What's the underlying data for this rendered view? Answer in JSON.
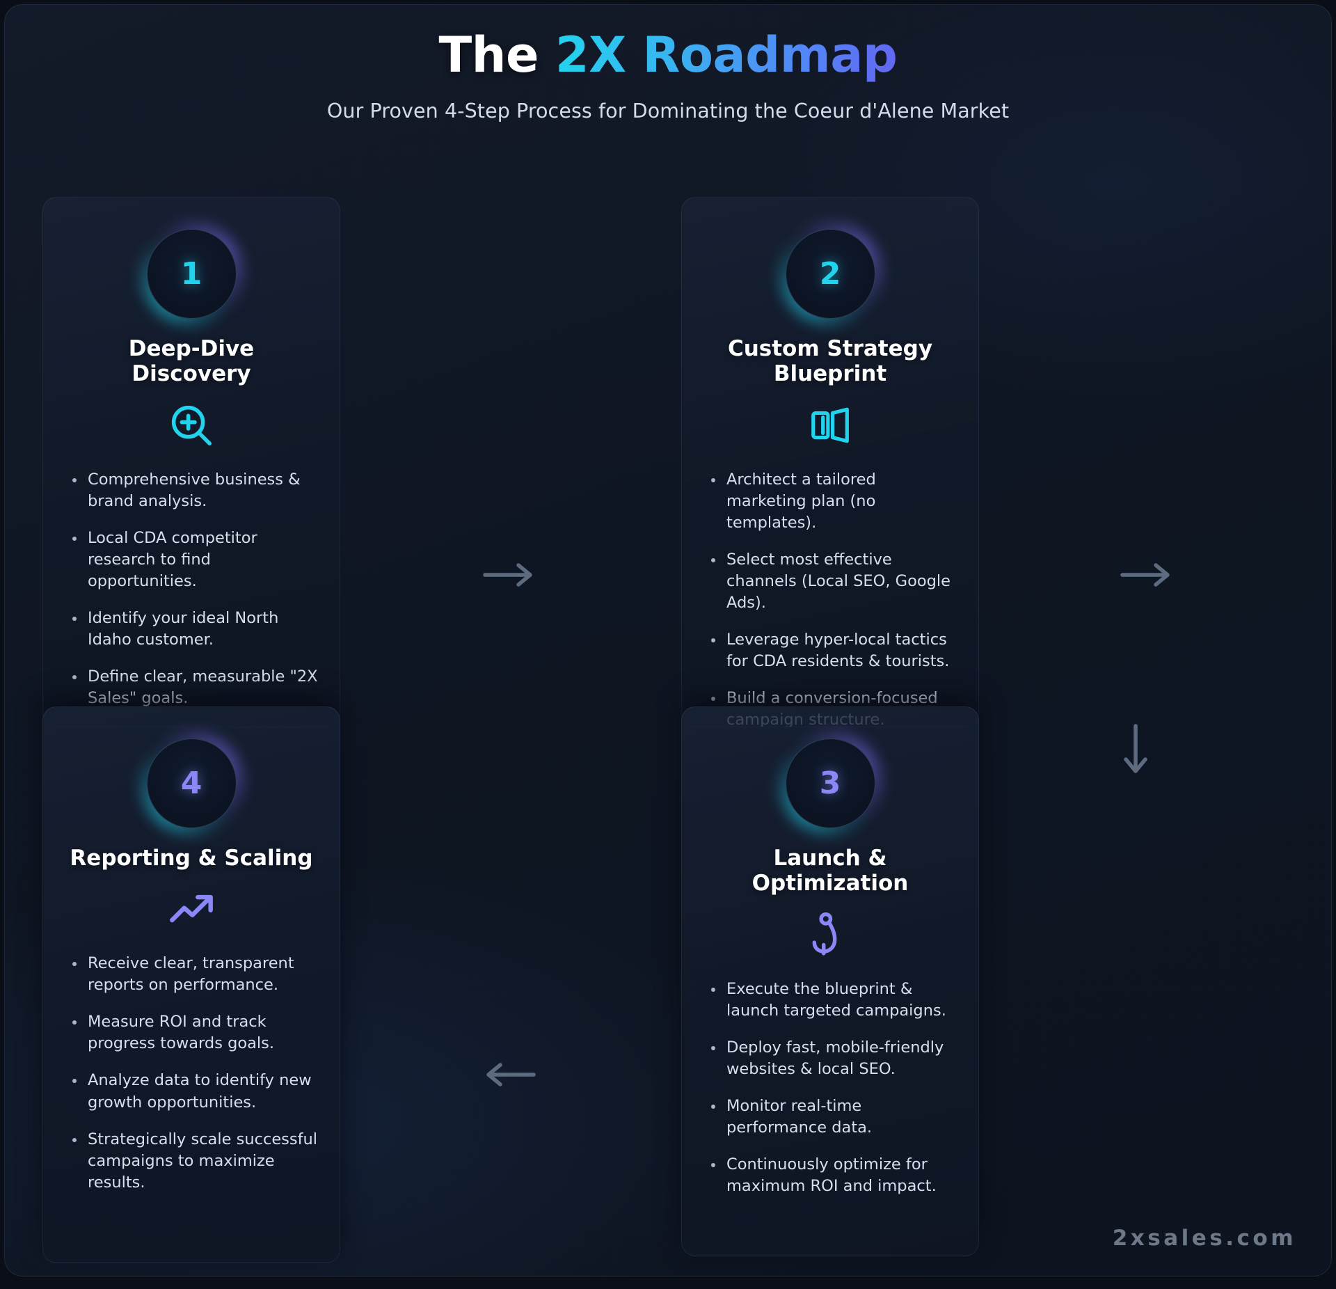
{
  "header": {
    "title_plain": "The ",
    "title_accent": "2X Roadmap",
    "subtitle": "Our Proven 4-Step Process for Dominating the Coeur d'Alene Market"
  },
  "colors": {
    "accent_cyan": "#22d3ee",
    "accent_blue": "#4f8ef7",
    "accent_purple": "#8b87f7",
    "arrow_gray": "#5d6b80",
    "background": "#0f1623",
    "card_border": "rgba(120,150,200,0.13)",
    "body_text": "#d6dfee"
  },
  "steps": [
    {
      "number": "1",
      "number_color": "cyan",
      "title": "Deep-Dive Discovery",
      "icon": "magnifier-plus-icon",
      "icon_color": "#22d3ee",
      "bullets": [
        "Comprehensive business & brand analysis.",
        "Local CDA competitor research to find opportunities.",
        "Identify your ideal North Idaho customer.",
        "Define clear, measurable \"2X Sales\" goals."
      ]
    },
    {
      "number": "2",
      "number_color": "cyan",
      "title": "Custom Strategy Blueprint",
      "icon": "blueprint-icon",
      "icon_color": "#22d3ee",
      "bullets": [
        "Architect a tailored marketing plan (no templates).",
        "Select most effective channels (Local SEO, Google Ads).",
        "Leverage hyper-local tactics for CDA residents & tourists.",
        "Build a conversion-focused campaign structure."
      ]
    },
    {
      "number": "3",
      "number_color": "purple",
      "title": "Launch & Optimization",
      "icon": "rocket-hook-icon",
      "icon_color": "#8b87f7",
      "bullets": [
        "Execute the blueprint & launch targeted campaigns.",
        "Deploy fast, mobile-friendly websites & local SEO.",
        "Monitor real-time performance data.",
        "Continuously optimize for maximum ROI and impact."
      ]
    },
    {
      "number": "4",
      "number_color": "purple",
      "title": "Reporting & Scaling",
      "icon": "trending-up-icon",
      "icon_color": "#8b87f7",
      "bullets": [
        "Receive clear, transparent reports on performance.",
        "Measure ROI and track progress towards goals.",
        "Analyze data to identify new growth opportunities.",
        "Strategically scale successful campaigns to maximize results."
      ]
    }
  ],
  "arrows": [
    {
      "direction": "right",
      "name": "arrow-step1-to-step2"
    },
    {
      "direction": "right",
      "name": "arrow-step2-out"
    },
    {
      "direction": "down",
      "name": "arrow-step2-to-step3"
    },
    {
      "direction": "left",
      "name": "arrow-step3-to-step4"
    }
  ],
  "watermark": "2xsales.com"
}
